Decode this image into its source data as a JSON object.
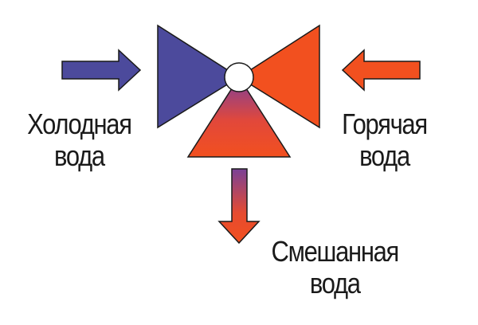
{
  "labels": {
    "cold": {
      "line1": "Холодная",
      "line2": "вода"
    },
    "hot": {
      "line1": "Горячая",
      "line2": "вода"
    },
    "mixed": {
      "line1": "Смешанная",
      "line2": "вода"
    }
  },
  "colors": {
    "cold": "#4c4a9c",
    "hot": "#f2501f",
    "outline": "#1a1a1a",
    "center": "#ffffff"
  }
}
